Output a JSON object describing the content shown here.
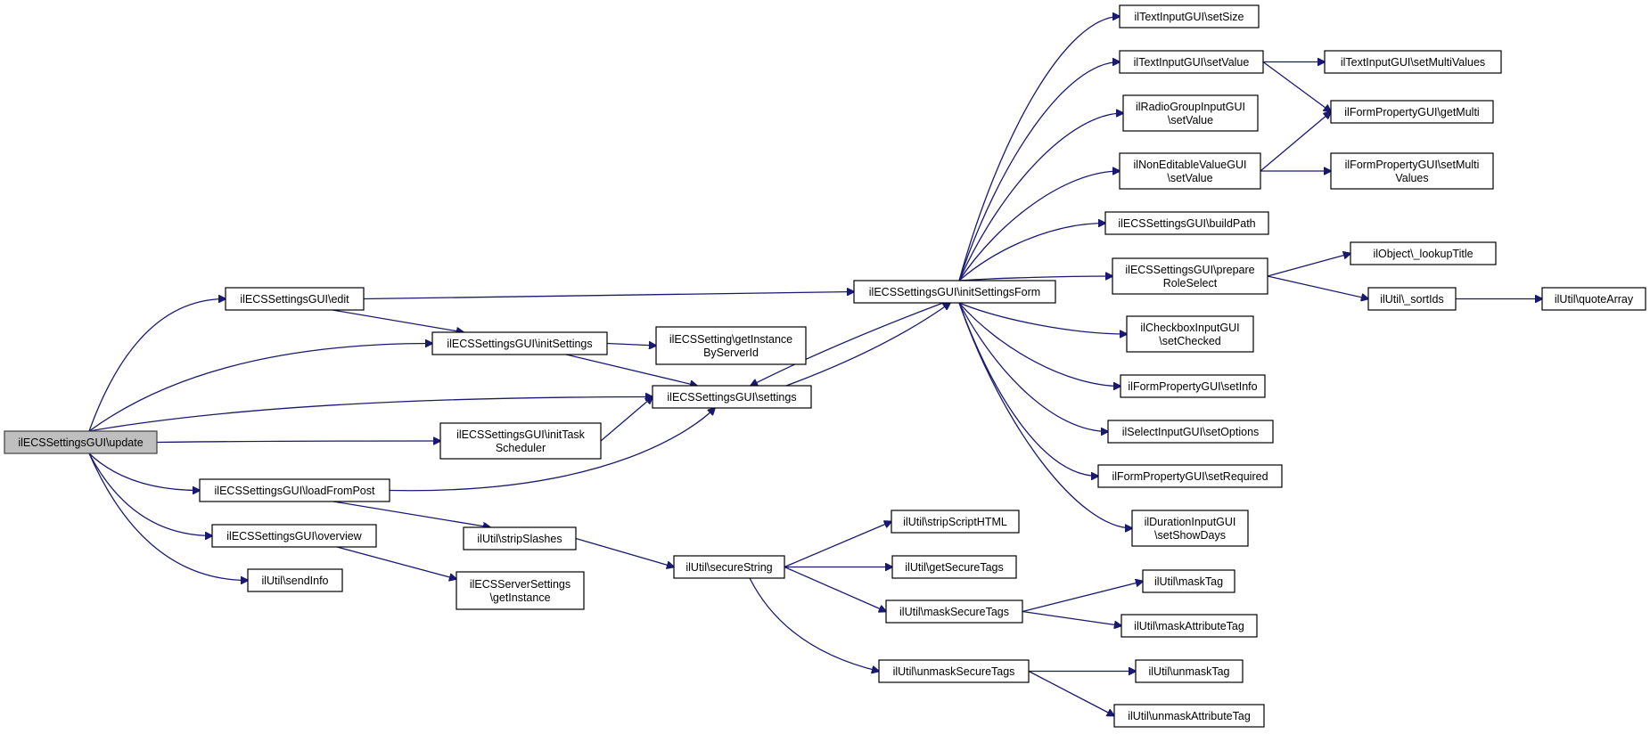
{
  "diagram": {
    "kind": "call-graph",
    "colors": {
      "edge": "#191970",
      "root_fill": "#bfbfbf",
      "node_fill": "#ffffff",
      "node_border": "#000000"
    },
    "nodes": [
      {
        "id": "update",
        "lines": [
          "ilECSSettingsGUI\\update"
        ],
        "root": true
      },
      {
        "id": "edit",
        "lines": [
          "ilECSSettingsGUI\\edit"
        ]
      },
      {
        "id": "initSettings",
        "lines": [
          "ilECSSettingsGUI\\initSettings"
        ]
      },
      {
        "id": "getInstanceByServerId",
        "lines": [
          "ilECSSetting\\getInstance",
          "ByServerId"
        ]
      },
      {
        "id": "settings",
        "lines": [
          "ilECSSettingsGUI\\settings"
        ]
      },
      {
        "id": "initTaskScheduler",
        "lines": [
          "ilECSSettingsGUI\\initTask",
          "Scheduler"
        ]
      },
      {
        "id": "loadFromPost",
        "lines": [
          "ilECSSettingsGUI\\loadFromPost"
        ]
      },
      {
        "id": "overview",
        "lines": [
          "ilECSSettingsGUI\\overview"
        ]
      },
      {
        "id": "sendInfo",
        "lines": [
          "ilUtil\\sendInfo"
        ]
      },
      {
        "id": "stripSlashes",
        "lines": [
          "ilUtil\\stripSlashes"
        ]
      },
      {
        "id": "ecsServerGetInstance",
        "lines": [
          "ilECSServerSettings",
          "\\getInstance"
        ]
      },
      {
        "id": "secureString",
        "lines": [
          "ilUtil\\secureString"
        ]
      },
      {
        "id": "initSettingsForm",
        "lines": [
          "ilECSSettingsGUI\\initSettingsForm"
        ]
      },
      {
        "id": "stripScriptHTML",
        "lines": [
          "ilUtil\\stripScriptHTML"
        ]
      },
      {
        "id": "getSecureTags",
        "lines": [
          "ilUtil\\getSecureTags"
        ]
      },
      {
        "id": "maskSecureTags",
        "lines": [
          "ilUtil\\maskSecureTags"
        ]
      },
      {
        "id": "unmaskSecureTags",
        "lines": [
          "ilUtil\\unmaskSecureTags"
        ]
      },
      {
        "id": "textSetSize",
        "lines": [
          "ilTextInputGUI\\setSize"
        ]
      },
      {
        "id": "textSetValue",
        "lines": [
          "ilTextInputGUI\\setValue"
        ]
      },
      {
        "id": "radioSetValue",
        "lines": [
          "ilRadioGroupInputGUI",
          "\\setValue"
        ]
      },
      {
        "id": "nonEditSetValue",
        "lines": [
          "ilNonEditableValueGUI",
          "\\setValue"
        ]
      },
      {
        "id": "buildPath",
        "lines": [
          "ilECSSettingsGUI\\buildPath"
        ]
      },
      {
        "id": "prepareRoleSelect",
        "lines": [
          "ilECSSettingsGUI\\prepare",
          "RoleSelect"
        ]
      },
      {
        "id": "checkboxSetChecked",
        "lines": [
          "ilCheckboxInputGUI",
          "\\setChecked"
        ]
      },
      {
        "id": "setInfo",
        "lines": [
          "ilFormPropertyGUI\\setInfo"
        ]
      },
      {
        "id": "setOptions",
        "lines": [
          "ilSelectInputGUI\\setOptions"
        ]
      },
      {
        "id": "setRequired",
        "lines": [
          "ilFormPropertyGUI\\setRequired"
        ]
      },
      {
        "id": "durationSetShowDays",
        "lines": [
          "ilDurationInputGUI",
          "\\setShowDays"
        ]
      },
      {
        "id": "maskTag",
        "lines": [
          "ilUtil\\maskTag"
        ]
      },
      {
        "id": "maskAttributeTag",
        "lines": [
          "ilUtil\\maskAttributeTag"
        ]
      },
      {
        "id": "unmaskTag",
        "lines": [
          "ilUtil\\unmaskTag"
        ]
      },
      {
        "id": "unmaskAttributeTag",
        "lines": [
          "ilUtil\\unmaskAttributeTag"
        ]
      },
      {
        "id": "setMultiValues",
        "lines": [
          "ilTextInputGUI\\setMultiValues"
        ]
      },
      {
        "id": "getMulti",
        "lines": [
          "ilFormPropertyGUI\\getMulti"
        ]
      },
      {
        "id": "setMulti",
        "lines": [
          "ilFormPropertyGUI\\setMulti",
          "Values"
        ]
      },
      {
        "id": "lookupTitle",
        "lines": [
          "ilObject\\_lookupTitle"
        ]
      },
      {
        "id": "sortIds",
        "lines": [
          "ilUtil\\_sortIds"
        ]
      },
      {
        "id": "quoteArray",
        "lines": [
          "ilUtil\\quoteArray"
        ]
      }
    ],
    "edges": [
      {
        "from": "update",
        "to": "edit"
      },
      {
        "from": "update",
        "to": "initSettings"
      },
      {
        "from": "update",
        "to": "settings"
      },
      {
        "from": "update",
        "to": "initTaskScheduler"
      },
      {
        "from": "update",
        "to": "loadFromPost"
      },
      {
        "from": "update",
        "to": "overview"
      },
      {
        "from": "update",
        "to": "sendInfo"
      },
      {
        "from": "edit",
        "to": "initSettingsForm"
      },
      {
        "from": "edit",
        "to": "initSettings"
      },
      {
        "from": "initSettings",
        "to": "getInstanceByServerId"
      },
      {
        "from": "initSettings",
        "to": "settings"
      },
      {
        "from": "settings",
        "to": "initSettingsForm"
      },
      {
        "from": "initSettingsForm",
        "to": "settings"
      },
      {
        "from": "initTaskScheduler",
        "to": "settings"
      },
      {
        "from": "loadFromPost",
        "to": "settings"
      },
      {
        "from": "loadFromPost",
        "to": "stripSlashes"
      },
      {
        "from": "overview",
        "to": "ecsServerGetInstance"
      },
      {
        "from": "stripSlashes",
        "to": "secureString"
      },
      {
        "from": "secureString",
        "to": "stripScriptHTML"
      },
      {
        "from": "secureString",
        "to": "getSecureTags"
      },
      {
        "from": "secureString",
        "to": "maskSecureTags"
      },
      {
        "from": "secureString",
        "to": "unmaskSecureTags"
      },
      {
        "from": "maskSecureTags",
        "to": "maskTag"
      },
      {
        "from": "maskSecureTags",
        "to": "maskAttributeTag"
      },
      {
        "from": "unmaskSecureTags",
        "to": "unmaskTag"
      },
      {
        "from": "unmaskSecureTags",
        "to": "unmaskAttributeTag"
      },
      {
        "from": "initSettingsForm",
        "to": "textSetSize"
      },
      {
        "from": "initSettingsForm",
        "to": "textSetValue"
      },
      {
        "from": "initSettingsForm",
        "to": "radioSetValue"
      },
      {
        "from": "initSettingsForm",
        "to": "nonEditSetValue"
      },
      {
        "from": "initSettingsForm",
        "to": "buildPath"
      },
      {
        "from": "initSettingsForm",
        "to": "prepareRoleSelect"
      },
      {
        "from": "initSettingsForm",
        "to": "checkboxSetChecked"
      },
      {
        "from": "initSettingsForm",
        "to": "setInfo"
      },
      {
        "from": "initSettingsForm",
        "to": "setOptions"
      },
      {
        "from": "initSettingsForm",
        "to": "setRequired"
      },
      {
        "from": "initSettingsForm",
        "to": "durationSetShowDays"
      },
      {
        "from": "textSetValue",
        "to": "setMultiValues"
      },
      {
        "from": "textSetValue",
        "to": "getMulti"
      },
      {
        "from": "nonEditSetValue",
        "to": "getMulti"
      },
      {
        "from": "nonEditSetValue",
        "to": "setMulti"
      },
      {
        "from": "prepareRoleSelect",
        "to": "lookupTitle"
      },
      {
        "from": "prepareRoleSelect",
        "to": "sortIds"
      },
      {
        "from": "sortIds",
        "to": "quoteArray"
      }
    ]
  }
}
